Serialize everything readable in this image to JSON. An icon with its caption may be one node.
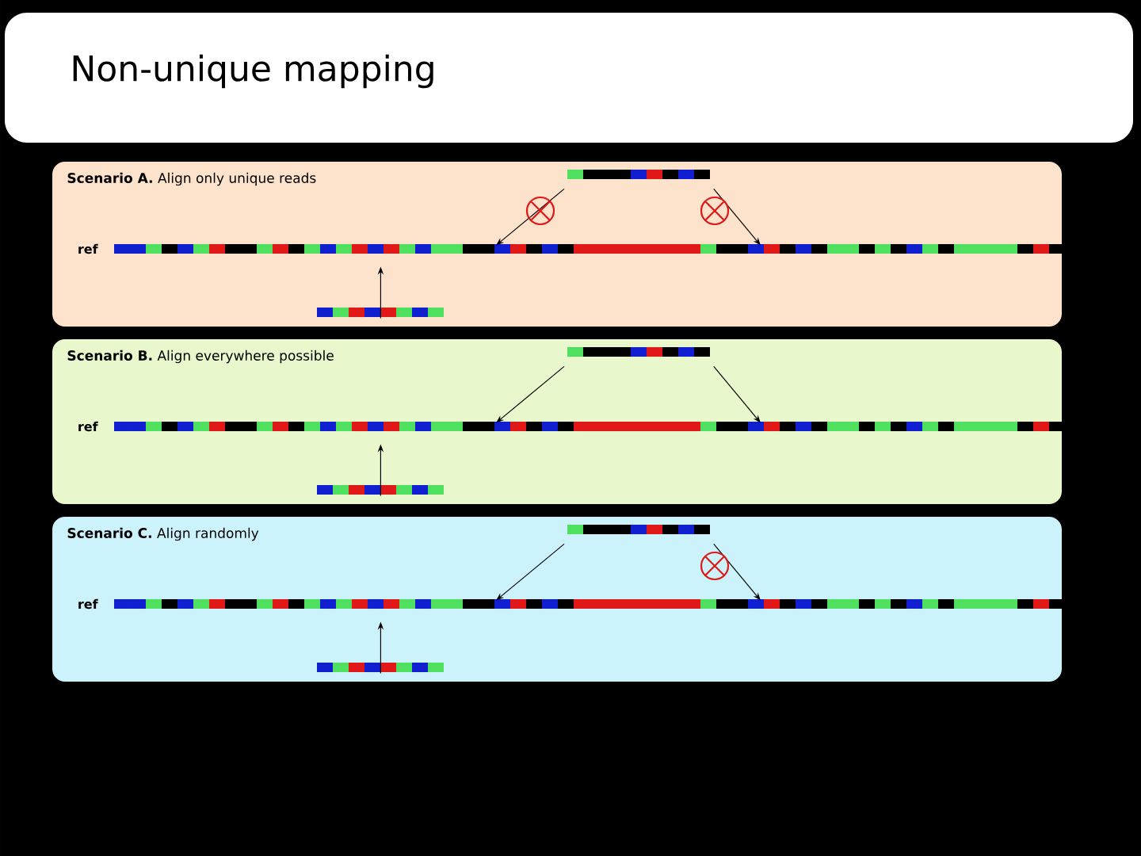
{
  "diagram": {
    "title": "Non-unique mapping",
    "nodes": [
      {
        "text": [
          "**Scenario A.** Align only unique reads"
        ]
      },
      {
        "text": [],
        "shape": "bar",
        "in": 0
      },
      {
        "text": [],
        "shape": "bar",
        "in": 0,
        "beside": [
          "ref"
        ]
      },
      {
        "text": [],
        "shape": "bar",
        "in": 0
      },
      {
        "text": [
          "**Scenario B.** Align everywhere possible"
        ]
      },
      {
        "text": [],
        "shape": "bar",
        "in": 4
      },
      {
        "text": [],
        "shape": "bar",
        "in": 4,
        "beside": [
          "ref"
        ]
      },
      {
        "text": [],
        "shape": "bar",
        "in": 4
      },
      {
        "text": [
          "**Scenario C.** Align randomly"
        ]
      },
      {
        "text": [],
        "shape": "bar",
        "in": 8
      },
      {
        "text": [],
        "shape": "bar",
        "in": 8,
        "beside": [
          "ref"
        ]
      },
      {
        "text": [],
        "shape": "bar",
        "in": 8
      }
    ],
    "edges": [
      {
        "from": 1,
        "to": 2,
        "arrow": "to"
      },
      {
        "from": 1,
        "to": 2,
        "arrow": "to"
      },
      {
        "from": 3,
        "to": 2,
        "arrow": "to"
      },
      {
        "from": 5,
        "to": 6,
        "arrow": "to"
      },
      {
        "from": 5,
        "to": 6,
        "arrow": "to"
      },
      {
        "from": 7,
        "to": 6,
        "arrow": "to"
      },
      {
        "from": 9,
        "to": 10,
        "arrow": "to"
      },
      {
        "from": 9,
        "to": 10,
        "arrow": "to"
      },
      {
        "from": 11,
        "to": 10,
        "arrow": "to"
      }
    ]
  }
}
